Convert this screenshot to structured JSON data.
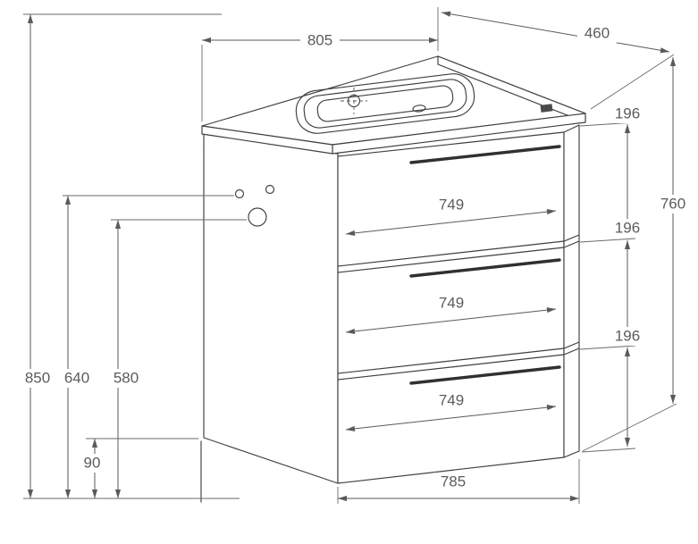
{
  "colors": {
    "line": "#3f3f3f",
    "dimension_line": "#5a5a5a",
    "dimension_text": "#5c5c5c",
    "handle": "#303030",
    "logo_plate": "#4a4a4a",
    "background": "#ffffff"
  },
  "drawing": {
    "dimensions": {
      "countertop_width": "805",
      "countertop_depth": "460",
      "unit_height": "760",
      "drawer_height_top": "196",
      "drawer_height_middle": "196",
      "drawer_height_bottom": "196",
      "drawer_width_top": "749",
      "drawer_width_middle": "749",
      "drawer_width_bottom": "749",
      "overall_height": "850",
      "side_hole_height_upper": "640",
      "side_hole_height_lower": "580",
      "plinth_height": "90",
      "cabinet_width": "785"
    }
  }
}
